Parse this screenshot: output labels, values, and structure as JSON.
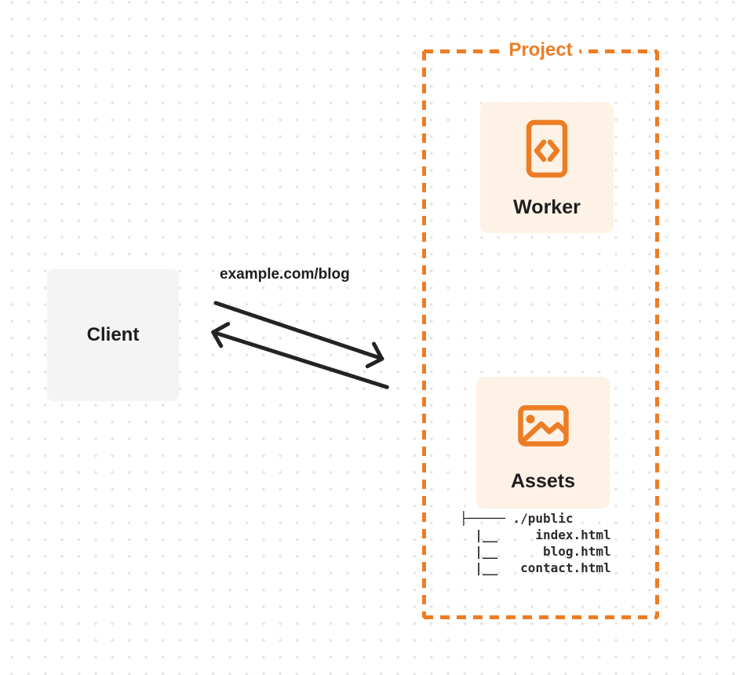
{
  "client": {
    "label": "Client"
  },
  "request": {
    "url_label": "example.com/blog"
  },
  "project": {
    "label": "Project",
    "worker": {
      "label": "Worker",
      "icon": "code-document-icon"
    },
    "assets": {
      "label": "Assets",
      "icon": "image-icon",
      "file_tree_text": "├───── ./public\n  |__     index.html\n  |__      blog.html\n  |__   contact.html",
      "files": [
        "./public",
        "index.html",
        "blog.html",
        "contact.html"
      ]
    }
  },
  "colors": {
    "accent_orange": "#ED7D25",
    "card_background": "#FDF2E5",
    "client_background": "#F4F4F5",
    "text": "#1D1D1F",
    "arrow": "#232323",
    "grid_dot": "#E4E4E7"
  }
}
